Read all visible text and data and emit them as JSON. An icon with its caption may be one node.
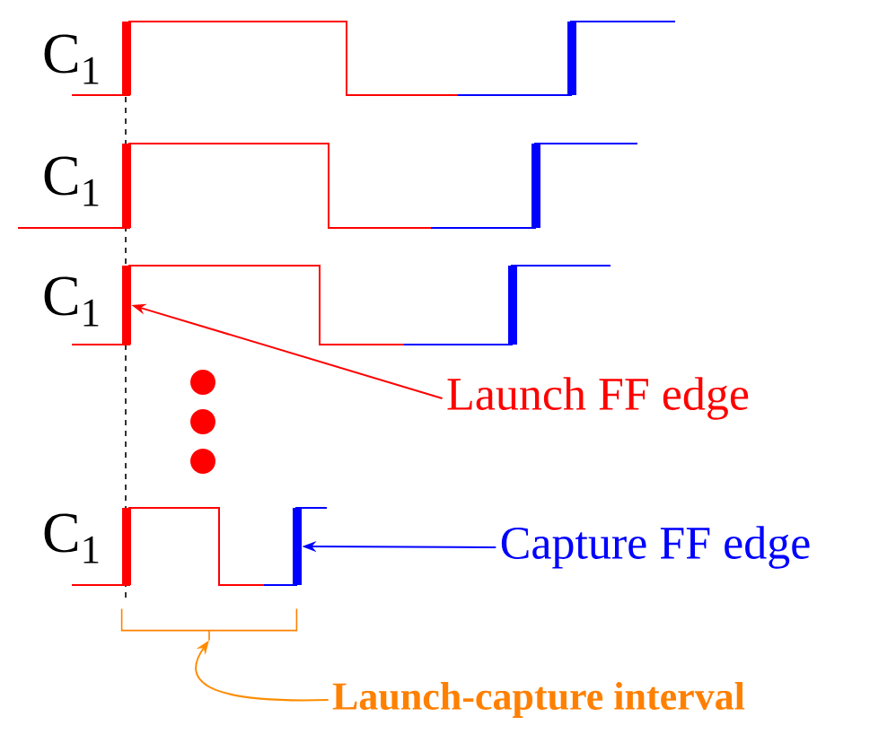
{
  "diagram": {
    "nodes": [
      {
        "text": [
          "Launch FF edge"
        ]
      },
      {
        "text": [
          "Capture FF edge"
        ]
      },
      {
        "text": [
          "Launch-capture interval"
        ]
      },
      {
        "text": [],
        "shape": "bar"
      },
      {
        "text": [],
        "shape": "bar"
      },
      {
        "text": [],
        "shape": "bracket"
      }
    ],
    "edges": [
      {
        "from": 0,
        "to": 3,
        "arrow": "to",
        "color": "#ff0000"
      },
      {
        "from": 1,
        "to": 4,
        "arrow": "to",
        "color": "#0000ff"
      },
      {
        "from": 2,
        "to": 5,
        "arrow": "to",
        "color": "#ff8c00"
      }
    ],
    "labels": [
      "C$_{1}$",
      "C$_{1}$",
      "C$_{1}$",
      "C$_{1}$"
    ]
  }
}
